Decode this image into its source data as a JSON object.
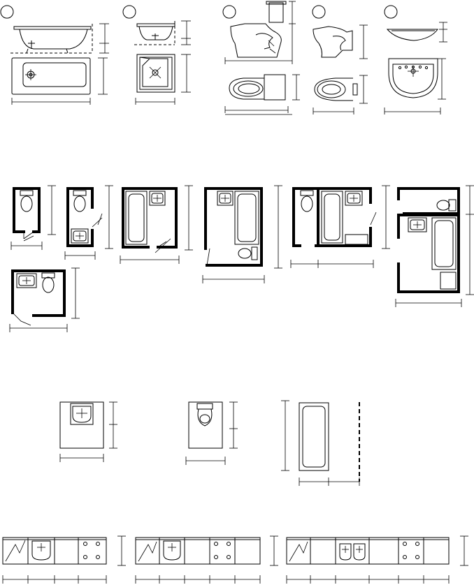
{
  "figure": {
    "labels": [],
    "sections": [
      "fixtures-elevation-and-plan",
      "small-bathroom-layouts",
      "single-fixture-clearances",
      "countertop-runs"
    ]
  },
  "icons": {
    "sink": "sink-icon",
    "toilet": "toilet-icon",
    "bathtub": "bathtub-icon",
    "shower": "shower-icon",
    "cooktop": "cooktop-icon",
    "door": "door-swing-icon"
  },
  "colors": {
    "line": "#000000",
    "background": "#ffffff"
  }
}
